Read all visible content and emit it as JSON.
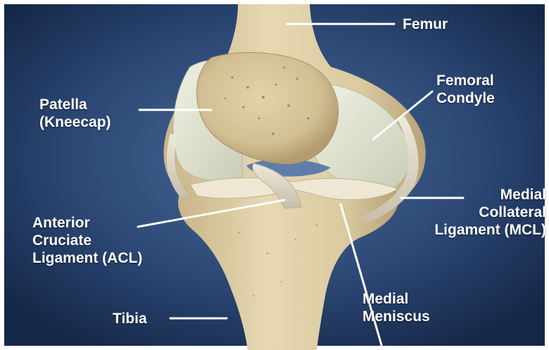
{
  "labels": {
    "femur": "Femur",
    "femoral_condyle": [
      "Femoral",
      "Condyle"
    ],
    "patella": [
      "Patella",
      "(Kneecap)"
    ],
    "mcl": [
      "Medial",
      "Collateral",
      "Ligament (MCL)"
    ],
    "acl": [
      "Anterior",
      "Cruciate",
      "Ligament (ACL)"
    ],
    "medial_meniscus": [
      "Medial",
      "Meniscus"
    ],
    "tibia": "Tibia"
  },
  "colors": {
    "background_center": "#3f5f8c",
    "background_edge": "#162a4d",
    "bone": "#dfcfa6",
    "bone_shadow": "#b9a47a",
    "cartilage": "#e3e6d2",
    "ligament": "#d9d2c2",
    "label_text": "#ffffff",
    "leader_line": "#ffffff"
  }
}
